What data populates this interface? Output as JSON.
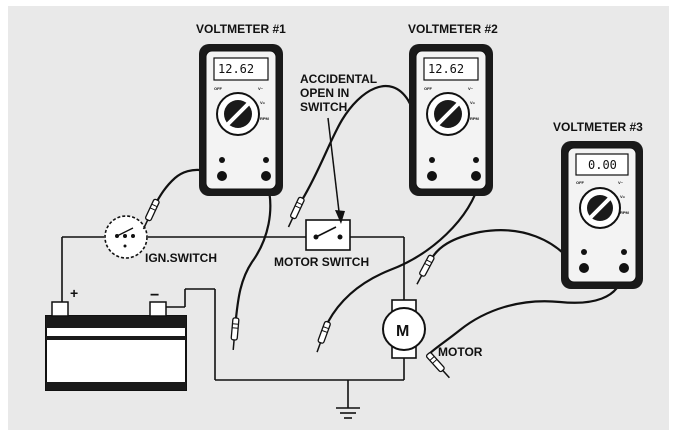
{
  "labels": {
    "voltmeter1": "VOLTMETER #1",
    "voltmeter2": "VOLTMETER #2",
    "voltmeter3": "VOLTMETER #3",
    "accidental_line1": "ACCIDENTAL",
    "accidental_line2": "OPEN IN",
    "accidental_line3": "SWITCH",
    "ign_switch": "IGN.SWITCH",
    "motor_switch": "MOTOR SWITCH",
    "motor": "MOTOR",
    "motor_symbol": "M",
    "battery_plus": "+",
    "battery_minus": "−"
  },
  "meters": {
    "m1_reading": "12.62",
    "m2_reading": "12.62",
    "m3_reading": "0.00"
  },
  "colors": {
    "background": "#e9e9e9",
    "meter_body": "#1a1a1a",
    "ink": "#111111"
  }
}
